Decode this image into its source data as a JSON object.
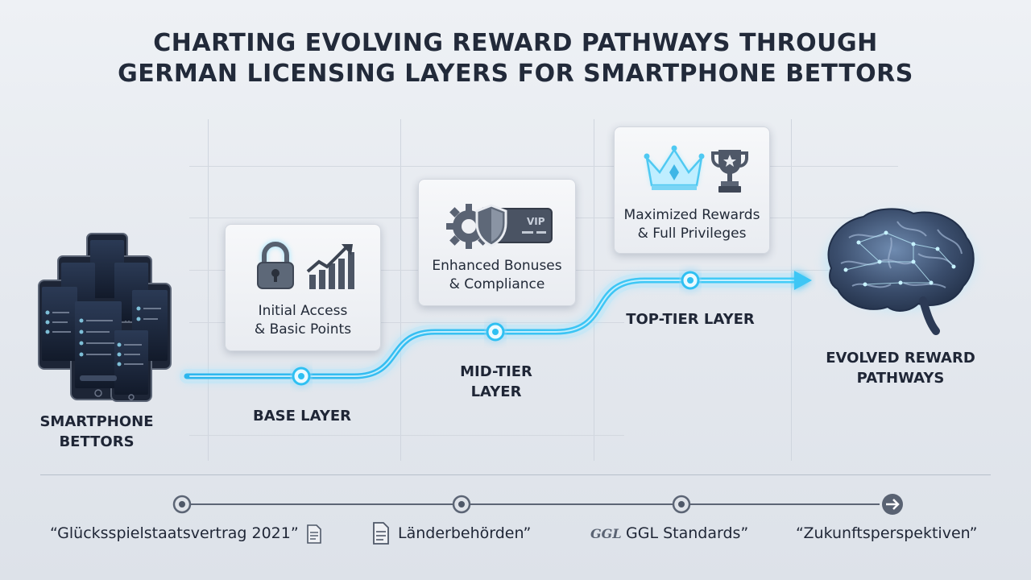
{
  "title": {
    "line1": "CHARTING EVOLVING REWARD PATHWAYS THROUGH",
    "line2": "GERMAN LICENSING LAYERS FOR SMARTPHONE BETTORS"
  },
  "colors": {
    "path": "#35c3f3",
    "glow": "#7fdcff",
    "text": "#1f2636",
    "card_bg": "#f1f3f6"
  },
  "start": {
    "label_line1": "SMARTPHONE",
    "label_line2": "BETTORS",
    "icon": "smartphones-icon"
  },
  "layers": [
    {
      "name_line1": "BASE LAYER",
      "name_line2": "",
      "card_line1": "Initial Access",
      "card_line2": "& Basic Points",
      "icons": [
        "padlock-icon",
        "growth-bar-chart-icon"
      ]
    },
    {
      "name_line1": "MID-TIER",
      "name_line2": "LAYER",
      "card_line1": "Enhanced Bonuses",
      "card_line2": "& Compliance",
      "icons": [
        "gear-icon",
        "shield-icon",
        "vip-card-icon"
      ],
      "vip_text": "VIP"
    },
    {
      "name_line1": "TOP-TIER LAYER",
      "name_line2": "",
      "card_line1": "Maximized Rewards",
      "card_line2": "& Full Privileges",
      "icons": [
        "crown-icon",
        "trophy-icon"
      ]
    }
  ],
  "end": {
    "label_line1": "EVOLVED REWARD",
    "label_line2": "PATHWAYS",
    "icon": "brain-icon"
  },
  "footer": {
    "items": [
      {
        "text": "“Glücksspielstaatsvertrag 2021”",
        "icon": "document-icon"
      },
      {
        "text": "Länderbehörden”",
        "icon": "document-icon"
      },
      {
        "text": "GGL Standards”",
        "icon": "ggl-logo-icon",
        "logo_text": "GGL"
      },
      {
        "text": "“Zukunftsperspektiven”",
        "icon": "arrow-right-circle-icon"
      }
    ]
  }
}
